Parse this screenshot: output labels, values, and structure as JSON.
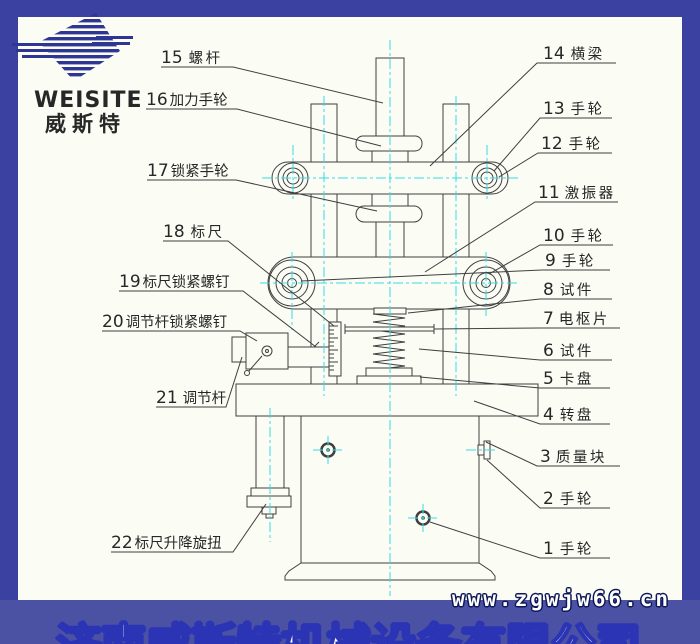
{
  "logo": {
    "en": "WEISITE",
    "cn": "威斯特"
  },
  "watermark": "www.zgwjw66.cn",
  "banner": {
    "company": "济南威斯特机械设备有限公司"
  },
  "colors": {
    "frame": "#3b41a1",
    "banner_bg": "#4b51a3",
    "drawing_line": "#3f3f3f",
    "centerline_cyan": "#35dce8",
    "logo_blue": "#2e3695"
  },
  "diagram": {
    "left_labels": [
      {
        "num": "15",
        "name": "螺杆"
      },
      {
        "num": "16",
        "name": "加力手轮"
      },
      {
        "num": "17",
        "name": "锁紧手轮"
      },
      {
        "num": "18",
        "name": "标尺"
      },
      {
        "num": "19",
        "name": "标尺锁紧螺钉"
      },
      {
        "num": "20",
        "name": "调节杆锁紧螺钉"
      },
      {
        "num": "21",
        "name": "调节杆"
      },
      {
        "num": "22",
        "name": "标尺升降旋扭"
      }
    ],
    "right_labels": [
      {
        "num": "14",
        "name": "横梁"
      },
      {
        "num": "13",
        "name": "手轮"
      },
      {
        "num": "12",
        "name": "手轮"
      },
      {
        "num": "11",
        "name": "激振器"
      },
      {
        "num": "10",
        "name": "手轮"
      },
      {
        "num": "9",
        "name": "手轮"
      },
      {
        "num": "8",
        "name": "试件"
      },
      {
        "num": "7",
        "name": "电枢片"
      },
      {
        "num": "6",
        "name": "试件"
      },
      {
        "num": "5",
        "name": "卡盘"
      },
      {
        "num": "4",
        "name": "转盘"
      },
      {
        "num": "3",
        "name": "质量块"
      },
      {
        "num": "2",
        "name": "手轮"
      },
      {
        "num": "1",
        "name": "手轮"
      }
    ]
  }
}
